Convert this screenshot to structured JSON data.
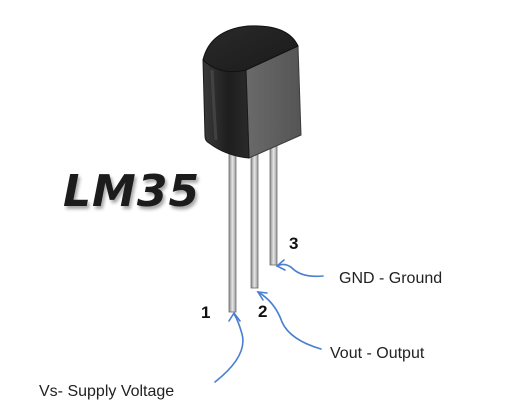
{
  "component": {
    "name": "LM35",
    "body_color": "#2e2e2e",
    "lead_color": "#bfbfbf"
  },
  "pins": [
    {
      "number": "1",
      "label": "Vs- Supply Voltage"
    },
    {
      "number": "2",
      "label": "Vout - Output"
    },
    {
      "number": "3",
      "label": "GND - Ground"
    }
  ],
  "arrow_color": "#4a7fd0",
  "icons": {
    "package": "to-92-package-icon",
    "pointer": "curved-arrow-icon"
  }
}
